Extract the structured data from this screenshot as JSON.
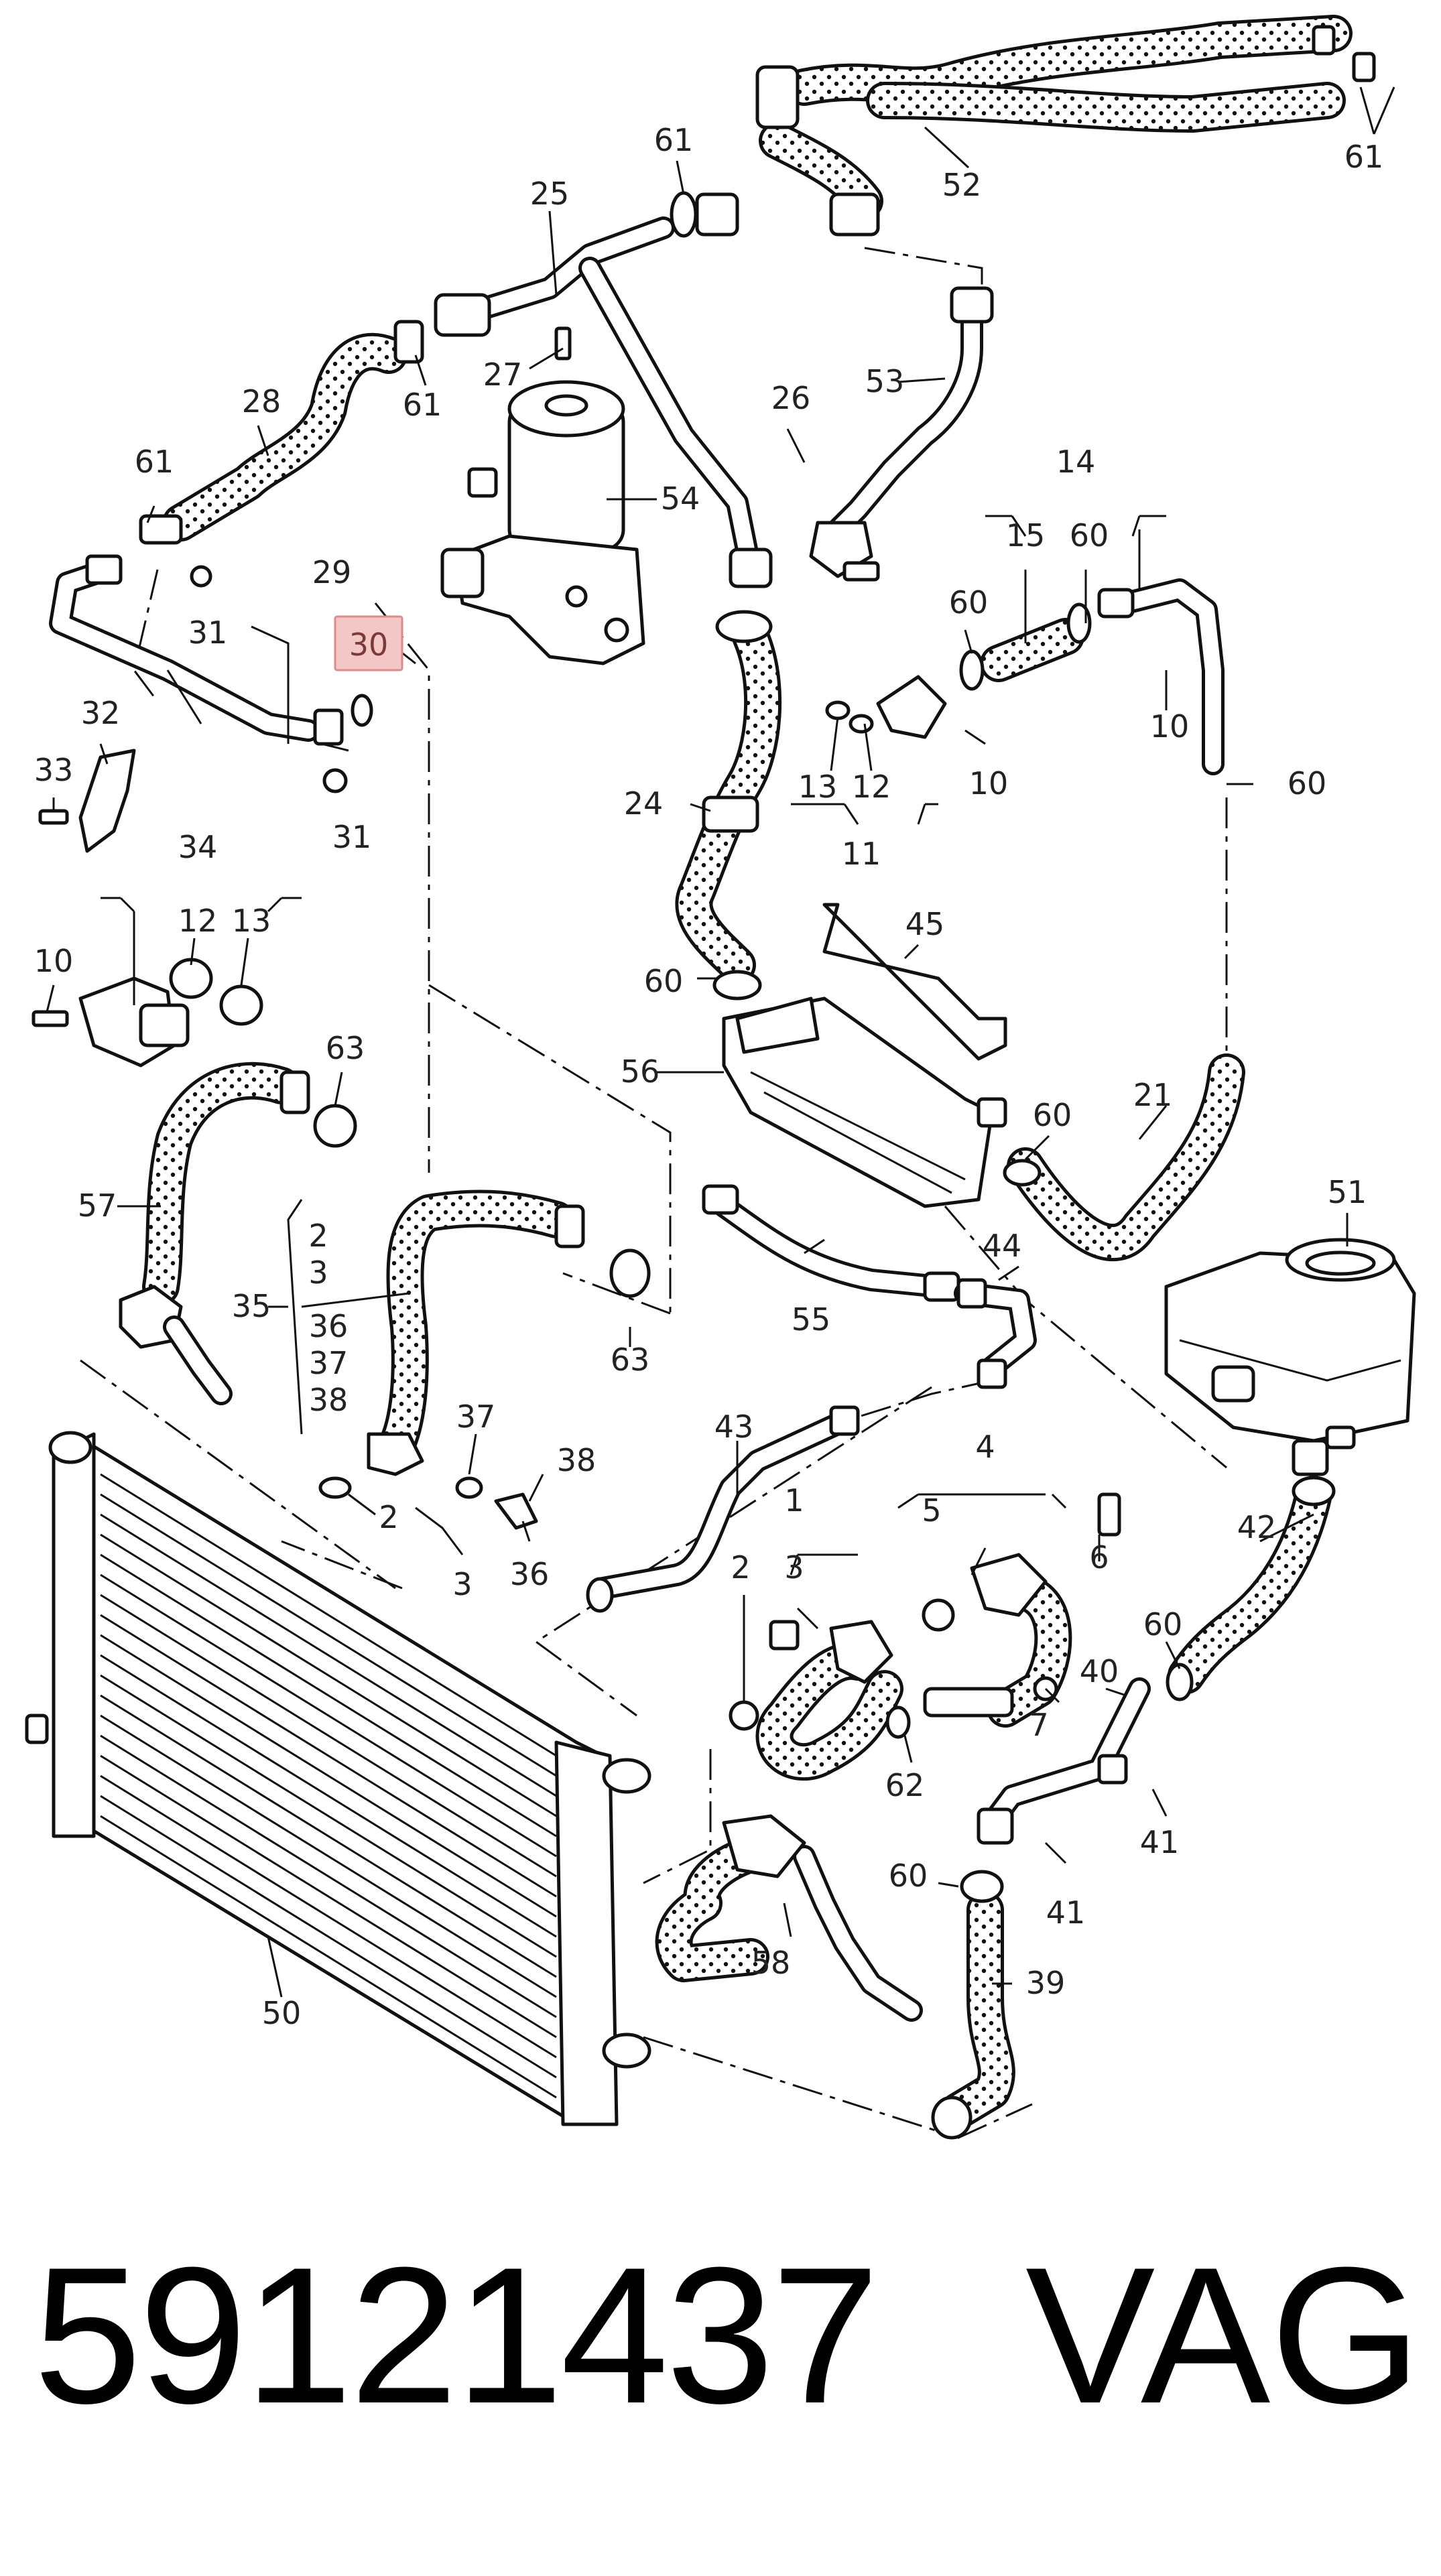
{
  "footer": {
    "part_number": "59121437",
    "brand": "VAG"
  },
  "highlight": {
    "label": "30",
    "color": "#f4c7c7"
  },
  "callouts": {
    "c61a": "61",
    "c52": "52",
    "c61b": "61",
    "c25": "25",
    "c61c": "61",
    "c27": "27",
    "c28": "28",
    "c61d": "61",
    "c26": "26",
    "c53": "53",
    "c54": "54",
    "c29": "29",
    "c31a": "31",
    "c31b": "31",
    "c32": "32",
    "c33": "33",
    "c14": "14",
    "c15": "15",
    "c60a": "60",
    "c60b": "60",
    "c10a": "10",
    "c10b": "10",
    "c60c": "60",
    "c13a": "13",
    "c12a": "12",
    "c11": "11",
    "c24": "24",
    "c34": "34",
    "c12b": "12",
    "c13b": "13",
    "c10c": "10",
    "c45": "45",
    "c60d": "60",
    "c56": "56",
    "c63a": "63",
    "c60e": "60",
    "c21": "21",
    "c57": "57",
    "c2a": "2",
    "c3a": "3",
    "c35": "35",
    "c36a": "36",
    "c37a": "37",
    "c38a": "38",
    "c63b": "63",
    "c55": "55",
    "c44": "44",
    "c51": "51",
    "c37b": "37",
    "c38b": "38",
    "c2b": "2",
    "c3b": "3",
    "c36b": "36",
    "c43": "43",
    "c4": "4",
    "c5": "5",
    "c6": "6",
    "c1": "1",
    "c2c": "2",
    "c3c": "3",
    "c42": "42",
    "c60f": "60",
    "c7": "7",
    "c40": "40",
    "c62": "62",
    "c41a": "41",
    "c60g": "60",
    "c41b": "41",
    "c58": "58",
    "c39": "39",
    "c50": "50"
  }
}
